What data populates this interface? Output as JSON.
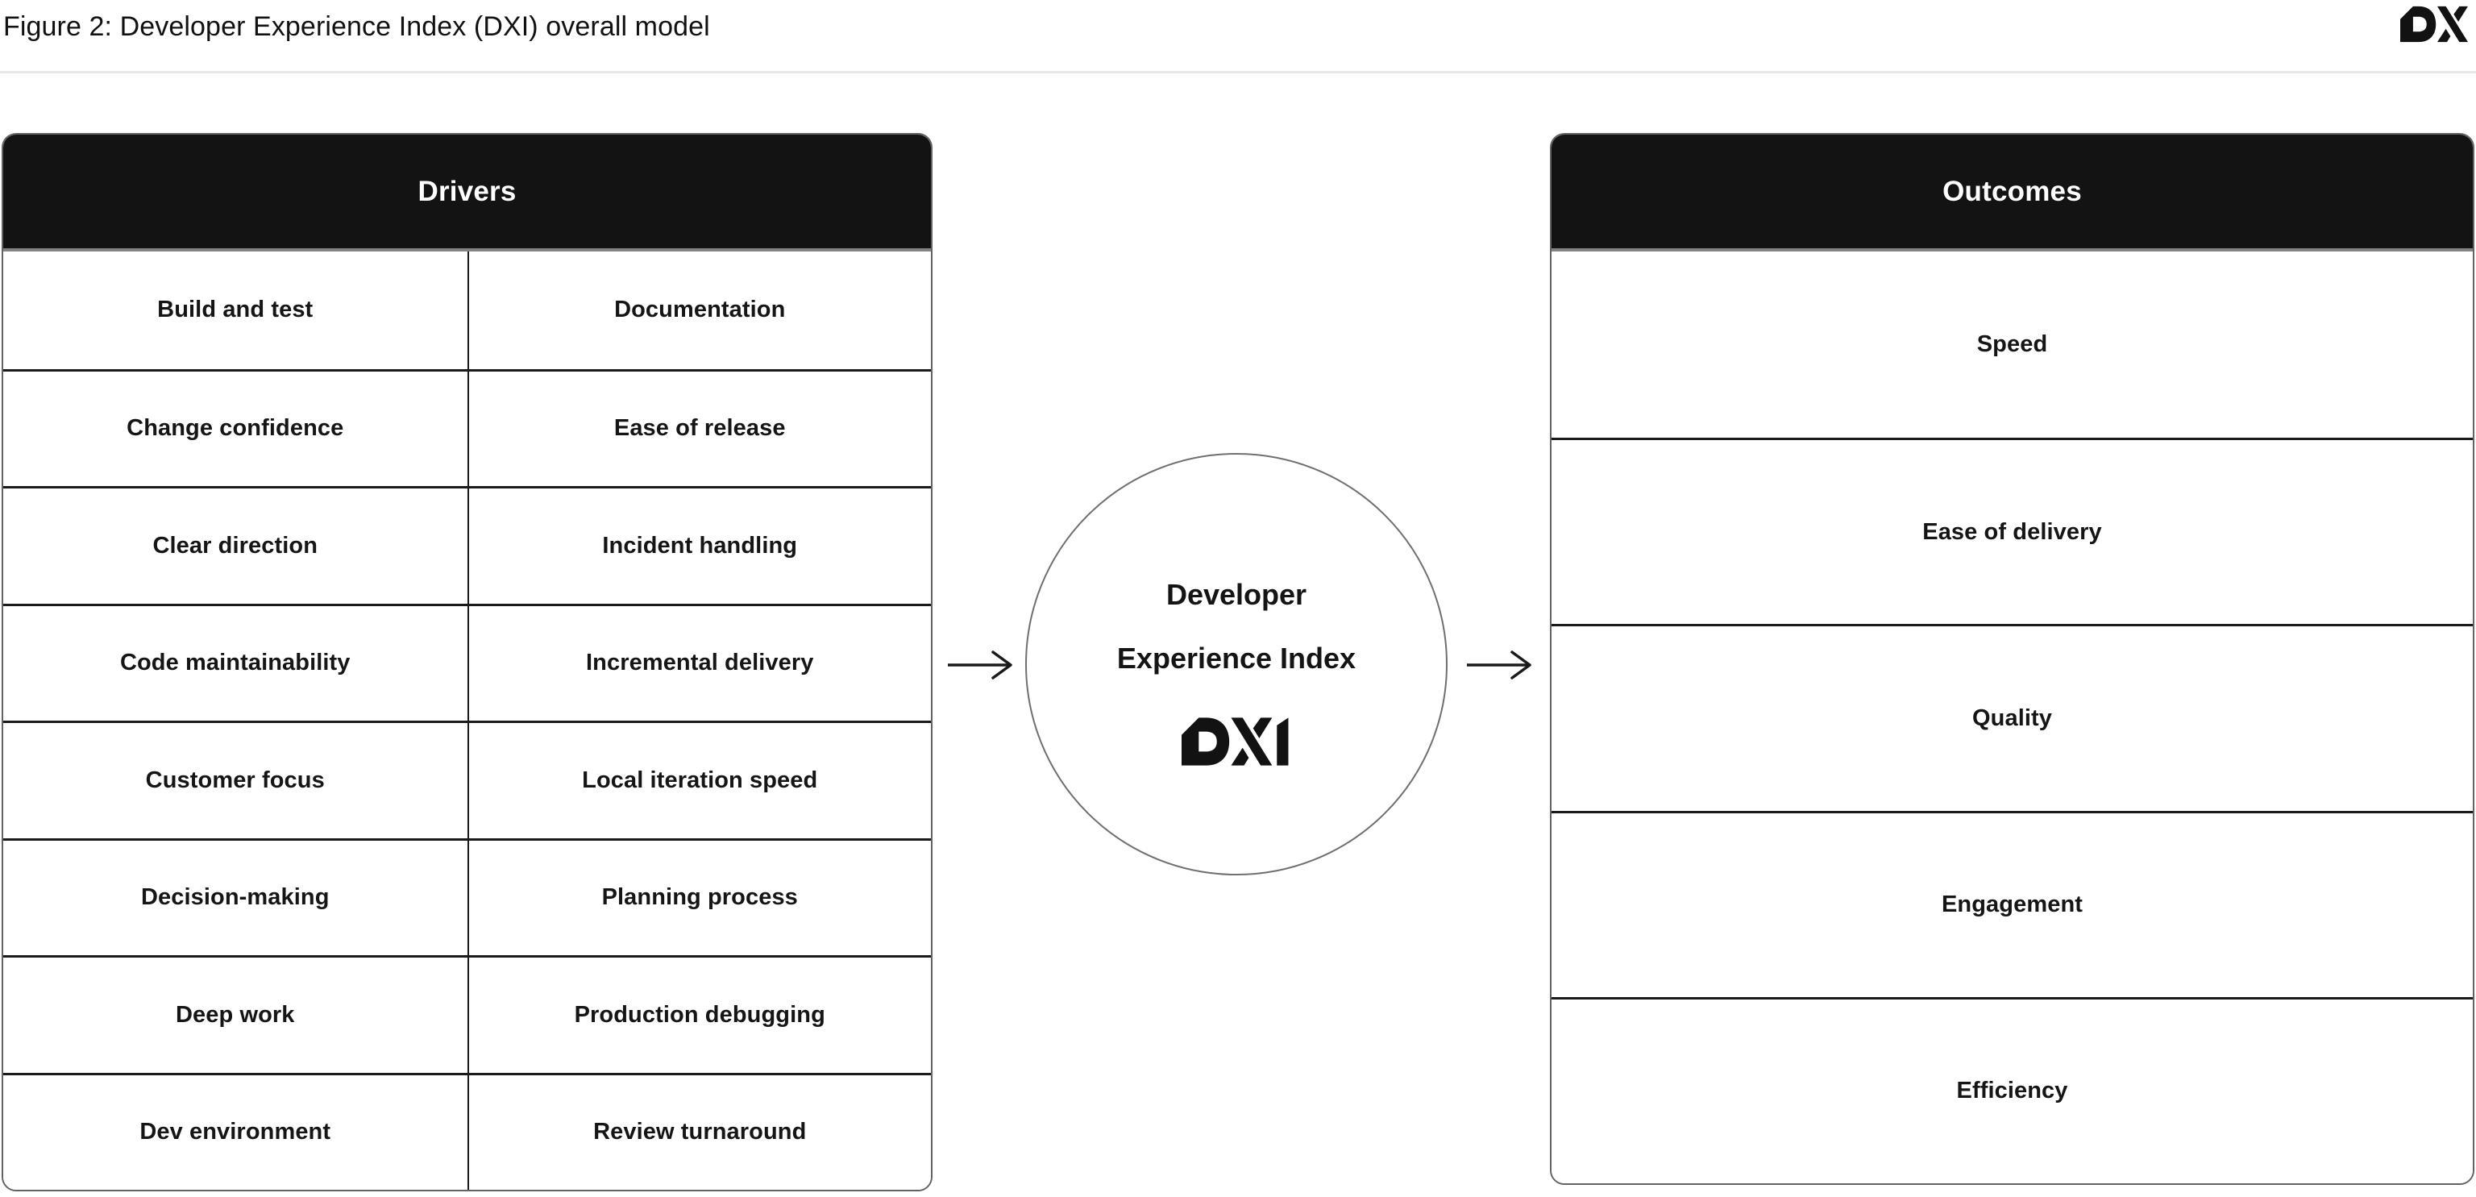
{
  "header": {
    "title": "Figure 2: Developer Experience Index (DXI) overall model",
    "logo_name": "dx-logo"
  },
  "drivers": {
    "title": "Drivers",
    "rows": [
      [
        "Build and test",
        "Documentation"
      ],
      [
        "Change confidence",
        "Ease of release"
      ],
      [
        "Clear direction",
        "Incident handling"
      ],
      [
        "Code maintainability",
        "Incremental delivery"
      ],
      [
        "Customer focus",
        "Local iteration speed"
      ],
      [
        "Decision-making",
        "Planning process"
      ],
      [
        "Deep work",
        "Production debugging"
      ],
      [
        "Dev environment",
        "Review turnaround"
      ]
    ]
  },
  "center": {
    "line1": "Developer",
    "line2": "Experience Index",
    "logo_name": "dxi-logo"
  },
  "outcomes": {
    "title": "Outcomes",
    "rows": [
      "Speed",
      "Ease of delivery",
      "Quality",
      "Engagement",
      "Efficiency"
    ]
  },
  "colors": {
    "header_bg": "#131313",
    "text": "#141414",
    "inner_border": "#1a1a1a",
    "outer_border": "#636363",
    "circle_stroke": "#6f6f6f",
    "title_divider": "#e8e8e8",
    "background": "#ffffff"
  }
}
